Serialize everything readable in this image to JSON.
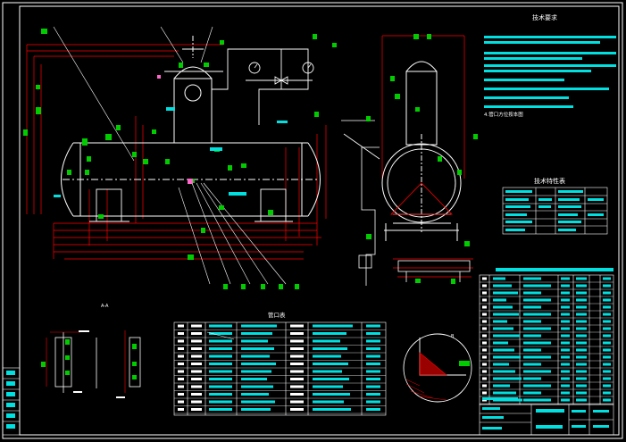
{
  "drawing": {
    "background": "#000000",
    "colors": {
      "outline": "#ffffff",
      "dimension": "#ff0000",
      "text_block": "#00e0e0",
      "label": "#00cc00",
      "leader": "#ffffff",
      "hatch": "#ff0000",
      "annotation": "#ffff00"
    }
  },
  "title_block": {
    "title": "",
    "scale_text": "",
    "sheet_text": ""
  },
  "section_headers": {
    "tech_requirements": "技术要求",
    "tech_characteristics": "技术特性表",
    "nozzle_table": "管口表"
  },
  "notes": {
    "note4": "4.管口方位按本图"
  },
  "detail_labels": {
    "detail_a": "A-A",
    "detail_b": "B"
  },
  "icons": {
    "pressure_gauge": "gauge-icon",
    "valve": "valve-icon"
  }
}
